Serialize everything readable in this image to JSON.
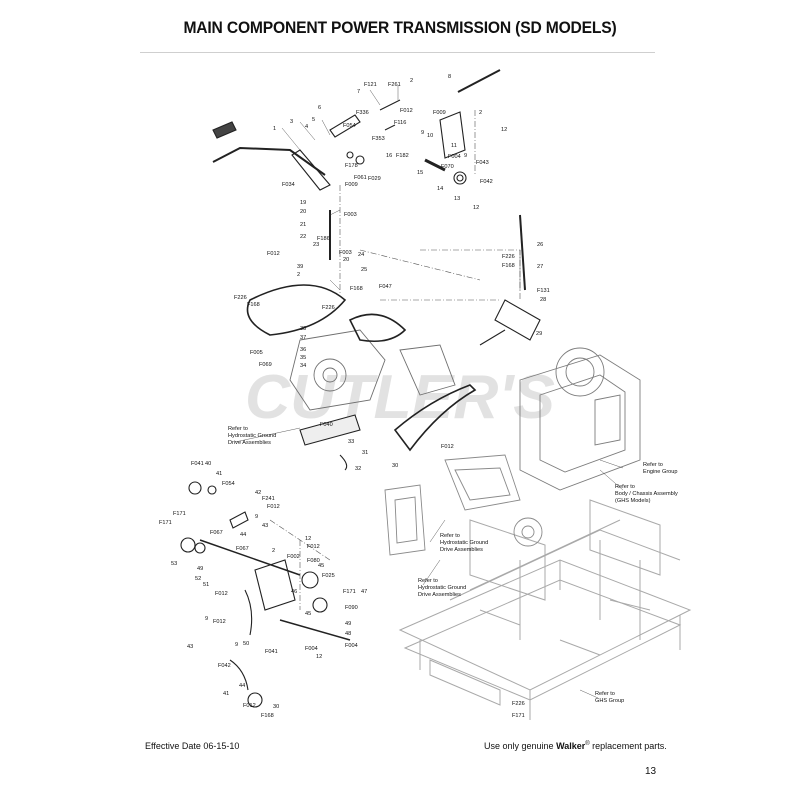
{
  "page": {
    "title": "MAIN COMPONENT POWER TRANSMISSION (SD MODELS)",
    "effective_date": "Effective Date 06-15-10",
    "notice_prefix": "Use only genuine ",
    "notice_brand": "Walker",
    "notice_mark": "®",
    "notice_suffix": " replacement parts.",
    "page_number": "13",
    "watermark": "CUTLER'S"
  },
  "references": [
    {
      "lines": [
        "Refer to",
        "Hydrostatic Ground",
        "Drive Assemblies"
      ]
    },
    {
      "lines": [
        "Refer to",
        "Engine Group"
      ]
    },
    {
      "lines": [
        "Refer to",
        "Body / Chassis Assembly",
        "(GHS Models)"
      ]
    },
    {
      "lines": [
        "Refer to",
        "Hydrostatic Ground",
        "Drive Assemblies"
      ]
    },
    {
      "lines": [
        "Refer to",
        "Hydrostatic Ground",
        "Drive Assemblies"
      ]
    },
    {
      "lines": [
        "Refer to",
        "GHS Group"
      ]
    }
  ],
  "part_labels": [
    "F121",
    "F261",
    "2",
    "7",
    "8",
    "3",
    "1",
    "6",
    "5",
    "4",
    "F054",
    "F336",
    "F353",
    "F116",
    "F012",
    "F009",
    "2",
    "12",
    "10",
    "9",
    "11",
    "16",
    "F182",
    "F004",
    "9",
    "F070",
    "F043",
    "F178",
    "F061",
    "F029",
    "F034",
    "F009",
    "15",
    "14",
    "13",
    "F042",
    "12",
    "19",
    "20",
    "F003",
    "21",
    "22",
    "F186",
    "23",
    "F003",
    "20",
    "24",
    "F012",
    "39",
    "2",
    "25",
    "F168",
    "F047",
    "26",
    "F226",
    "F168",
    "27",
    "F131",
    "28",
    "29",
    "F226",
    "F168",
    "F226",
    "38",
    "37",
    "36",
    "35",
    "34",
    "F005",
    "F069",
    "33",
    "32",
    "31",
    "F040",
    "F012",
    "30",
    "F041",
    "40",
    "41",
    "F054",
    "42",
    "F241",
    "F012",
    "F171",
    "9",
    "43",
    "F171",
    "44",
    "F067",
    "12",
    "F002",
    "F012",
    "F067",
    "F080",
    "2",
    "45",
    "F025",
    "53",
    "49",
    "52",
    "51",
    "F012",
    "F171",
    "46",
    "47",
    "F090",
    "49",
    "45",
    "48",
    "F004",
    "F004",
    "12",
    "9",
    "F012",
    "43",
    "9",
    "50",
    "F041",
    "F042",
    "44",
    "41",
    "F012",
    "30",
    "F168",
    "F226",
    "F171"
  ]
}
